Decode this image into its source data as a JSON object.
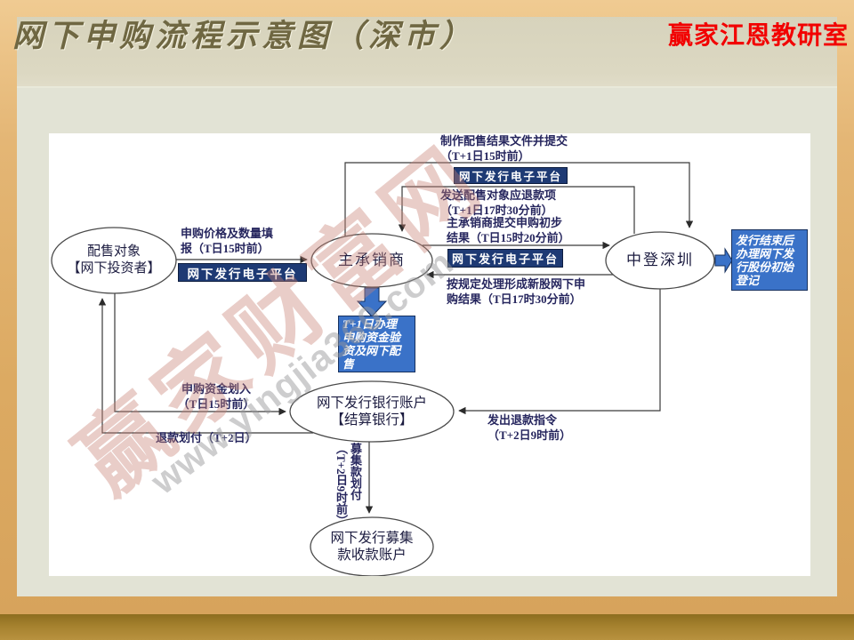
{
  "brand": {
    "label": "赢家江恩教研室"
  },
  "header": {
    "title": "网下申购流程示意图（深市）"
  },
  "watermark": {
    "big": "赢家财富网",
    "url": "www.yingjia360.com"
  },
  "platform_label": "网下发行电子平台",
  "nodes": {
    "investor": {
      "line1": "配售对象",
      "line2": "【网下投资者】"
    },
    "underwriter": {
      "label": "主承销商"
    },
    "csdc": {
      "label": "中登深圳"
    },
    "bank": {
      "line1": "网下发行银行账户",
      "line2": "【结算银行】"
    },
    "collector": {
      "line1": "网下发行募集",
      "line2": "款收款账户"
    },
    "verify_box": {
      "line1": "T+1日办理",
      "line2": "申购资金验",
      "line3": "资及网下配",
      "line4": "售"
    },
    "register_box": {
      "line1": "发行结束后",
      "line2": "办理网下发",
      "line3": "行股份初始",
      "line4": "登记"
    }
  },
  "labels": {
    "make_file": {
      "line1": "制作配售结果文件并提交",
      "line2": "（T+1日15时前）"
    },
    "send_refund": {
      "line1": "发送配售对象应退款项",
      "line2": "（T+1日17时30分前）"
    },
    "submit_prelim": {
      "line1": "主承销商提交申购初步",
      "line2": "结果（T日15时20分前）"
    },
    "process_result": {
      "line1": "按规定处理形成新股网下申",
      "line2": "购结果（T日17时30分前）"
    },
    "price_qty": {
      "line1": "申购价格及数量填",
      "line2": "报（T日15时前）"
    },
    "funds_in": {
      "line1": "申购资金划入",
      "line2": "（T日15时前）"
    },
    "refund_pay": {
      "line1": "退款划付（T+2日）"
    },
    "refund_order": {
      "line1": "发出退款指令",
      "line2": "（T+2日9时前）"
    },
    "raise_pay": {
      "line1": "募集款划付",
      "line2": "（T+2日9时前）"
    }
  },
  "colors": {
    "accent_navy": "#1e3a74",
    "accent_blue": "#3a72c8",
    "ink": "#26265e",
    "brand_red": "#f20000",
    "title_olive": "#6f6742",
    "slide_bg": "#e2e3d5",
    "frame_tan": "#dcaa62"
  }
}
